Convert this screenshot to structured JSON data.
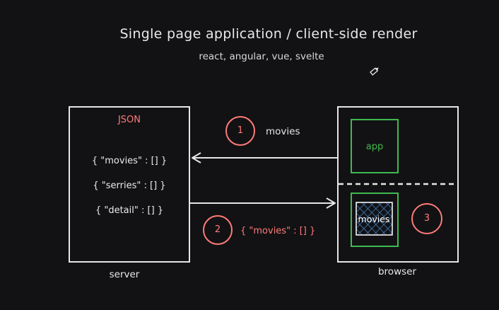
{
  "title": "Single page application / client-side render",
  "subtitle": "react, angular, vue, svelte",
  "server": {
    "label": "server",
    "json_title": "JSON",
    "lines": [
      "{ \"movies\" : [] }",
      "{ \"serries\" : [] }",
      "{ \"detail\" : [] }"
    ]
  },
  "browser": {
    "label": "browser",
    "app_label": "app",
    "movies_label": "movies"
  },
  "steps": {
    "step1": {
      "number": "1",
      "label": "movies"
    },
    "step2": {
      "number": "2",
      "payload": "{ \"movies\" : [] }"
    },
    "step3": {
      "number": "3"
    }
  },
  "colors": {
    "background": "#121214",
    "stroke": "#e6e6e6",
    "accent_red": "#ff7b78",
    "accent_green": "#3fb950",
    "accent_blue": "#4a90e2"
  }
}
